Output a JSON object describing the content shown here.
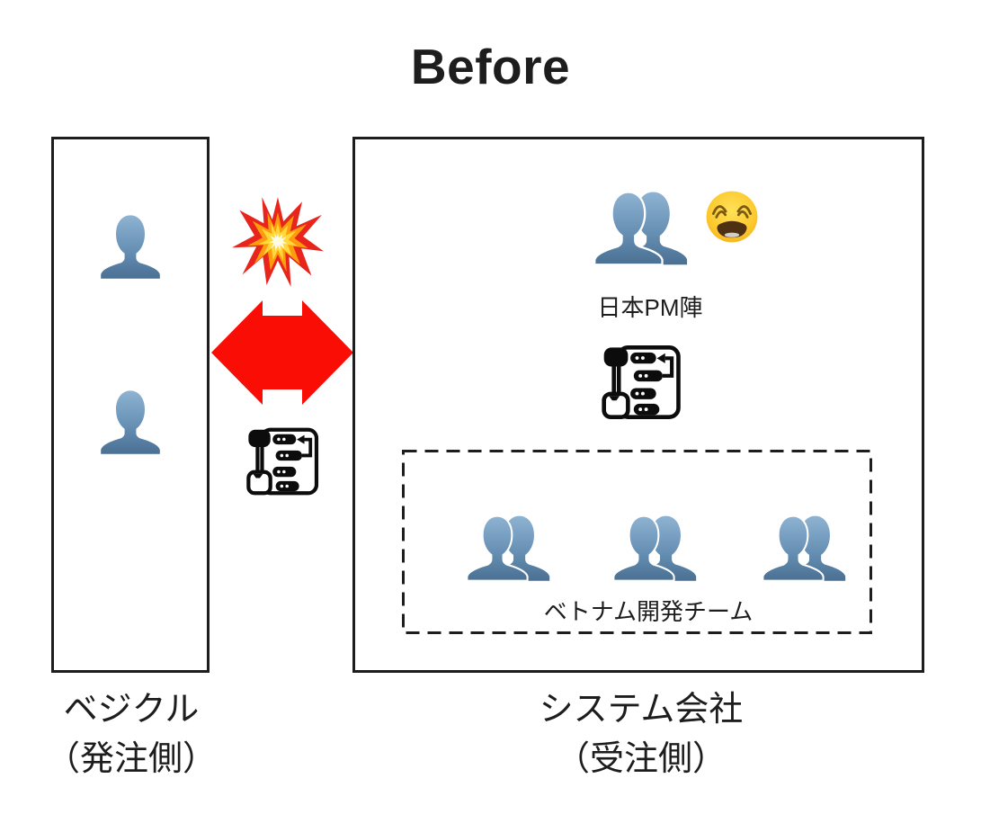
{
  "title": "Before",
  "colors": {
    "box_border": "#1d1d1d",
    "text": "#1d1d1d",
    "arrow_red": "#f90d05",
    "person_blue_light": "#8fb3d2",
    "person_blue_dark": "#4a7093",
    "emoji_face_yellow": "#f6b51e"
  },
  "client_box": {
    "caption_line1": "ベジクル",
    "caption_line2": "（発注側）",
    "member_icons": [
      "bust-in-silhouette",
      "bust-in-silhouette"
    ]
  },
  "link": {
    "collision_icon": "collision-emoji",
    "arrow_icon": "red-double-headed-arrow",
    "document_icon": "scroll-rules-icon"
  },
  "vendor_box": {
    "caption_line1": "システム会社",
    "caption_line2": "（受注側）",
    "pm_team": {
      "label": "日本PM陣",
      "group_icon": "busts-in-silhouette",
      "mood_icon": "weary-face-emoji"
    },
    "document_icon": "scroll-rules-icon",
    "dev_team": {
      "label": "ベトナム開発チーム",
      "group_icons": [
        "busts-in-silhouette",
        "busts-in-silhouette",
        "busts-in-silhouette"
      ],
      "border_style": "dashed"
    }
  }
}
